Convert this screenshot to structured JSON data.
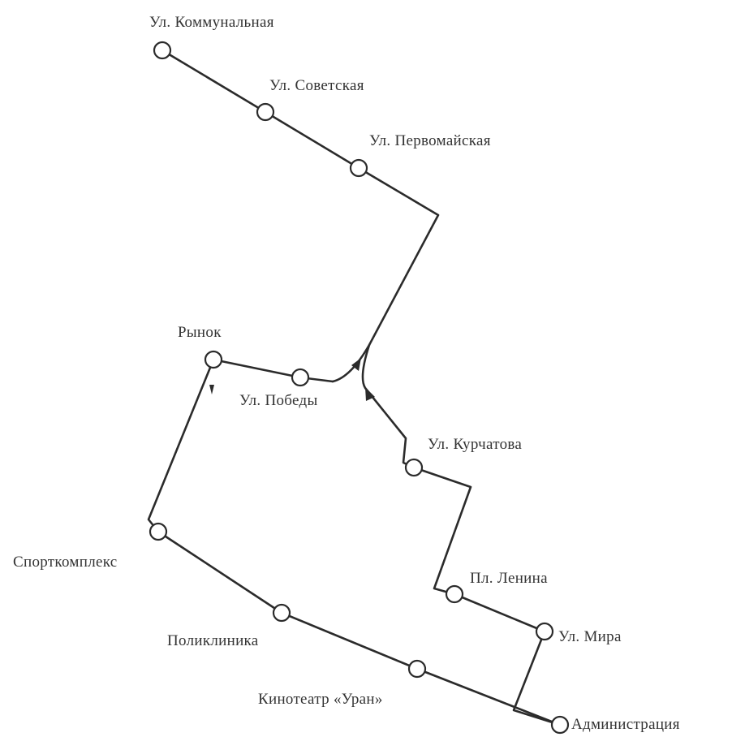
{
  "stops": {
    "kommunalnaya": "Ул. Коммунальная",
    "sovetskaya": "Ул. Советская",
    "pervomayskaya": "Ул. Первомайская",
    "rynok": "Рынок",
    "pobedy": "Ул. Победы",
    "kurchatova": "Ул. Курчатова",
    "sportkompleks": "Спорткомплекс",
    "pl_lenina": "Пл. Ленина",
    "poliklinika": "Поликлиника",
    "mira": "Ул. Мира",
    "kinoteatr": "Кинотеатр «Уран»",
    "administraciya": "Администрация"
  }
}
